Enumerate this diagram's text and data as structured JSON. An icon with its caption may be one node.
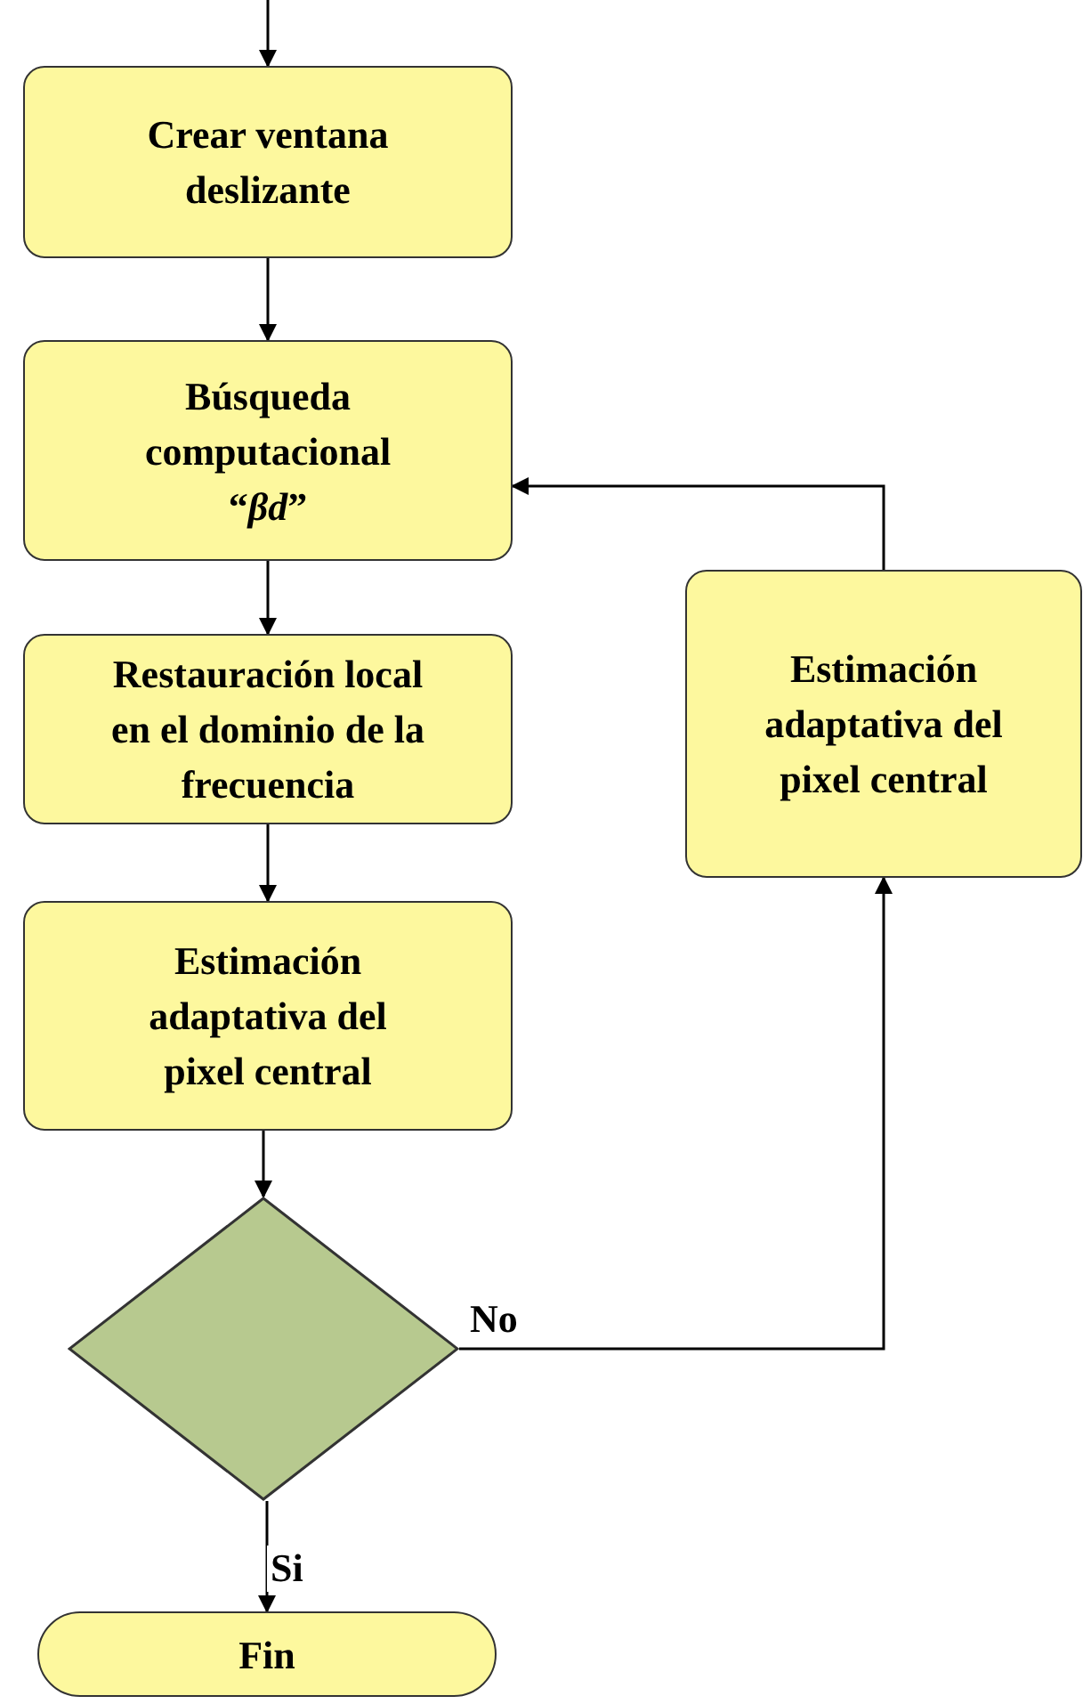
{
  "diagram": {
    "nodes": [
      {
        "text": [
          "Crear ventana deslizante"
        ]
      },
      {
        "text": [
          "Búsqueda computacional “*βd*”"
        ]
      },
      {
        "text": [
          "Restauración local en el dominio de la frecuencia"
        ]
      },
      {
        "text": [
          "Estimación adaptativa del pixel central"
        ]
      },
      {
        "text": [],
        "shape": "diamond"
      },
      {
        "text": [
          "Fin"
        ]
      },
      {
        "text": [
          "Estimación adaptativa del pixel central"
        ]
      }
    ],
    "edges": [
      {
        "from": null,
        "to": 0,
        "arrow": "to"
      },
      {
        "from": 0,
        "to": 1,
        "arrow": "to"
      },
      {
        "from": 1,
        "to": 2,
        "arrow": "to"
      },
      {
        "from": 2,
        "to": 3,
        "arrow": "to"
      },
      {
        "from": 3,
        "to": 4,
        "arrow": "to"
      },
      {
        "from": 4,
        "to": 5,
        "arrow": "to",
        "label": "Si"
      },
      {
        "from": 4,
        "to": 6,
        "arrow": "to",
        "label": "No"
      },
      {
        "from": 6,
        "to": 1,
        "arrow": "to"
      }
    ]
  }
}
